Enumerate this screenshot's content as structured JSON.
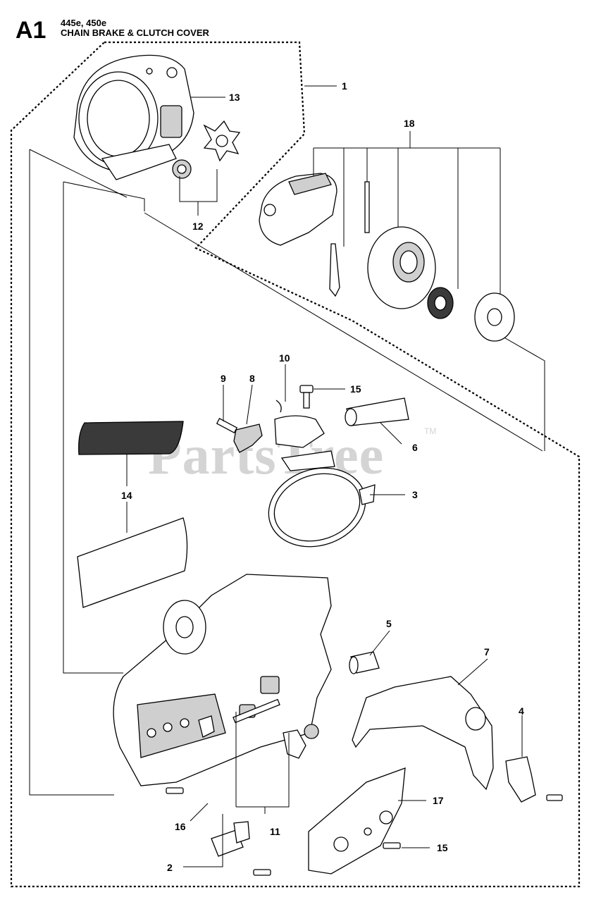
{
  "header": {
    "section_code": "A1",
    "models": "445e, 450e",
    "title": "CHAIN BRAKE & CLUTCH COVER"
  },
  "watermark": {
    "text": "PartsTree",
    "trademark": "TM"
  },
  "callouts": [
    {
      "id": "c1",
      "label": "1"
    },
    {
      "id": "c2",
      "label": "2"
    },
    {
      "id": "c3",
      "label": "3"
    },
    {
      "id": "c4",
      "label": "4"
    },
    {
      "id": "c5",
      "label": "5"
    },
    {
      "id": "c6",
      "label": "6"
    },
    {
      "id": "c7",
      "label": "7"
    },
    {
      "id": "c8",
      "label": "8"
    },
    {
      "id": "c9",
      "label": "9"
    },
    {
      "id": "c10",
      "label": "10"
    },
    {
      "id": "c11",
      "label": "11"
    },
    {
      "id": "c12",
      "label": "12"
    },
    {
      "id": "c13",
      "label": "13"
    },
    {
      "id": "c14",
      "label": "14"
    },
    {
      "id": "c15a",
      "label": "15"
    },
    {
      "id": "c15b",
      "label": "15"
    },
    {
      "id": "c16",
      "label": "16"
    },
    {
      "id": "c17",
      "label": "17"
    },
    {
      "id": "c18",
      "label": "18"
    }
  ],
  "colors": {
    "line": "#000000",
    "watermark": "#d4d4d4",
    "background": "#ffffff"
  }
}
